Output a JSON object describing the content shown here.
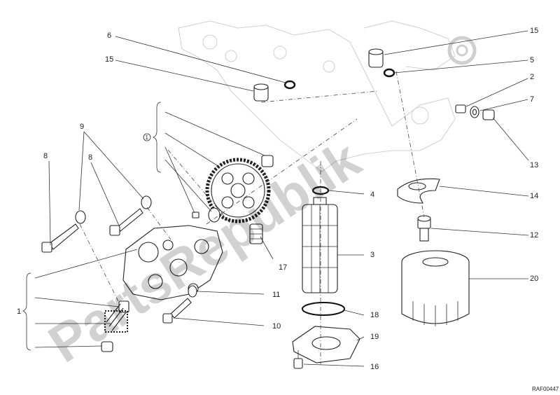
{
  "watermark": "PartsRepublik",
  "reference_code": "RAF00447",
  "callouts": {
    "c1": "1",
    "c1_circled": "1",
    "c2": "2",
    "c3": "3",
    "c4": "4",
    "c5": "5",
    "c6": "6",
    "c7": "7",
    "c8a": "8",
    "c8b": "8",
    "c9": "9",
    "c10": "10",
    "c11": "11",
    "c12": "12",
    "c13": "13",
    "c14": "14",
    "c15a": "15",
    "c15b": "15",
    "c16": "16",
    "c17": "17",
    "c18": "18",
    "c19": "19",
    "c20": "20"
  },
  "colors": {
    "ink": "#222222",
    "ghost": "#cfcfcf",
    "watermark": "#000000"
  }
}
